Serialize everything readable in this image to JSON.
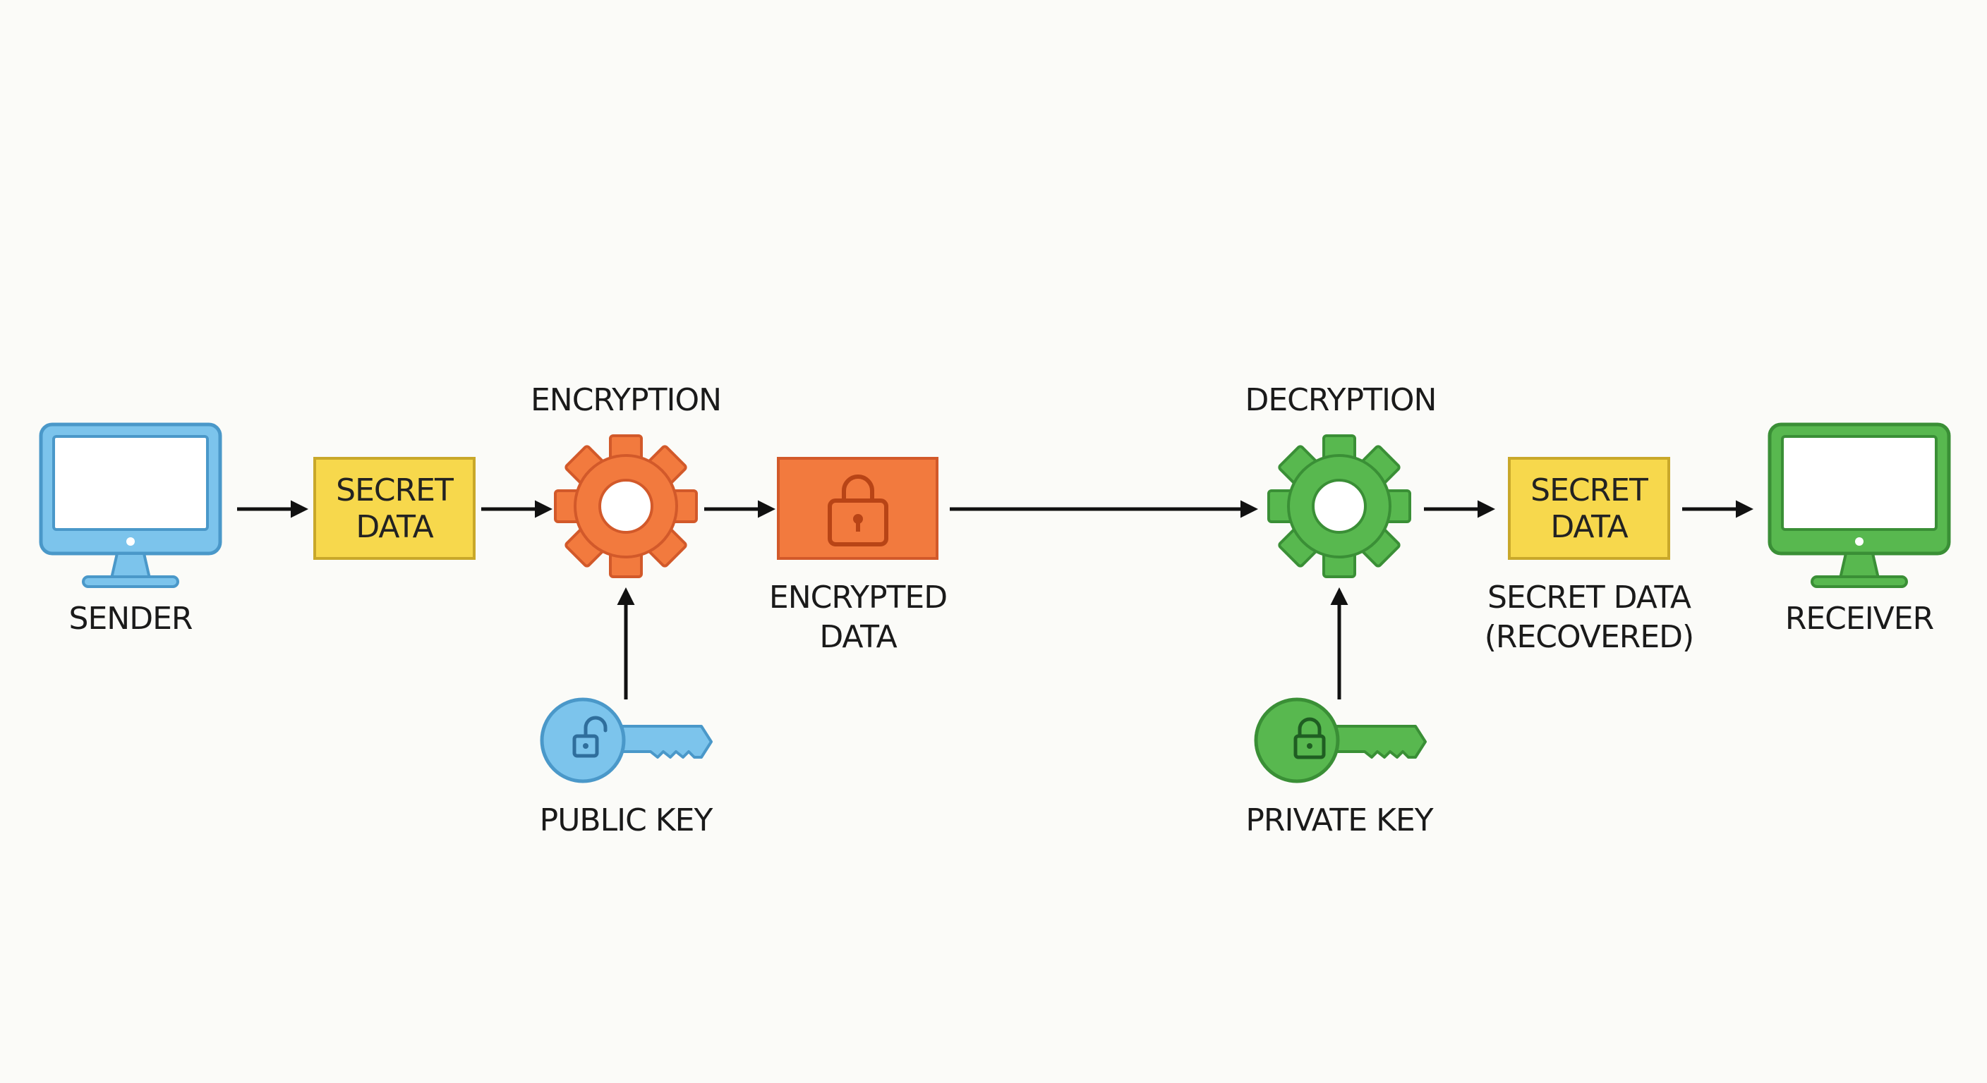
{
  "colors": {
    "sender": "#7cc4ec",
    "sender_stroke": "#4a98c9",
    "secret": "#f7d84c",
    "secret_stroke": "#c9a82a",
    "encrypt": "#f27a3e",
    "encrypt_stroke": "#d2592a",
    "decrypt": "#58b84f",
    "decrypt_stroke": "#3a8f36",
    "arrow": "#111111"
  },
  "nodes": {
    "sender": {
      "label": "SENDER",
      "icon": "monitor-icon"
    },
    "secret_in": {
      "line1": "SECRET",
      "line2": "DATA"
    },
    "encryption": {
      "label": "ENCRYPTION",
      "icon": "gear-icon"
    },
    "public_key": {
      "label": "PUBLIC KEY",
      "icon": "key-unlocked-icon"
    },
    "encrypted": {
      "line1": "ENCRYPTED",
      "line2": "DATA",
      "icon": "lock-icon"
    },
    "decryption": {
      "label": "DECRYPTION",
      "icon": "gear-icon"
    },
    "private_key": {
      "label": "PRIVATE KEY",
      "icon": "key-locked-icon"
    },
    "secret_out": {
      "line1": "SECRET",
      "line2": "DATA",
      "caption1": "SECRET DATA",
      "caption2": "(RECOVERED)"
    },
    "receiver": {
      "label": "RECEIVER",
      "icon": "monitor-icon"
    }
  }
}
